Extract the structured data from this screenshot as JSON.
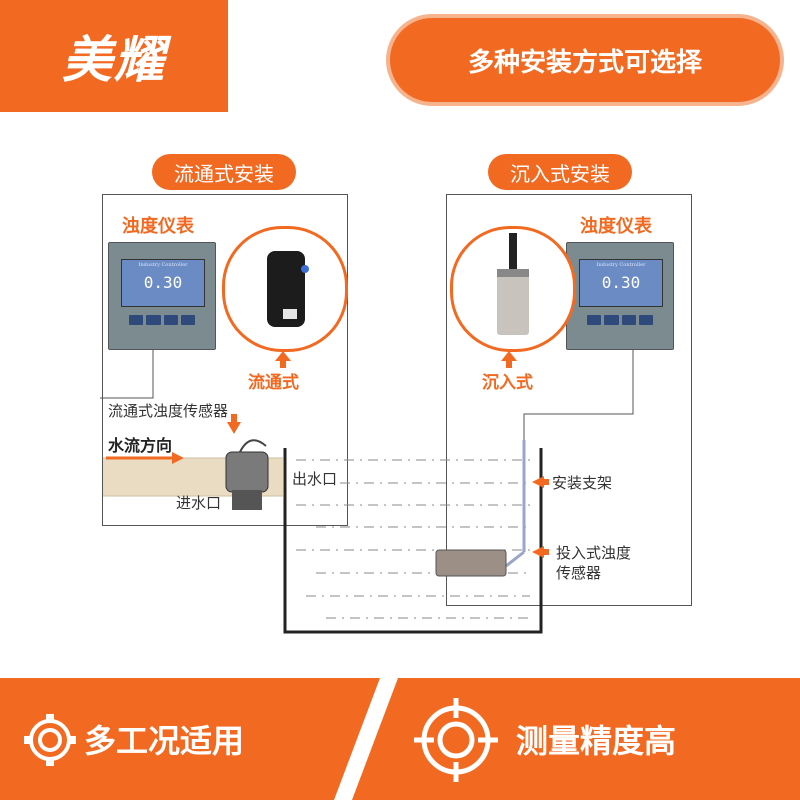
{
  "header": {
    "brand": "美耀",
    "tagline": "多种安装方式可选择"
  },
  "flow_panel": {
    "section_label": "流通式安装",
    "meter_title": "浊度仪表",
    "meter_screen_title": "Industry Controller",
    "meter_value": "0.30",
    "style_label": "流通式",
    "sensor_label": "流通式浊度传感器",
    "water_direction": "水流方向",
    "inlet_label": "进水口",
    "outlet_label": "出水口"
  },
  "immersion_panel": {
    "section_label": "沉入式安装",
    "meter_title": "浊度仪表",
    "meter_screen_title": "Industry Controller",
    "meter_value": "0.30",
    "style_label": "沉入式",
    "bracket_label": "安装支架",
    "sensor_label_line1": "投入式浊度",
    "sensor_label_line2": "传感器"
  },
  "features": [
    {
      "label": "多工况适用",
      "icon": "gear-icon"
    },
    {
      "label": "测量精度高",
      "icon": "target-icon"
    }
  ],
  "colors": {
    "accent": "#f26a21",
    "accent_light": "#f7b38d",
    "pipe": "#e9dcc3"
  }
}
